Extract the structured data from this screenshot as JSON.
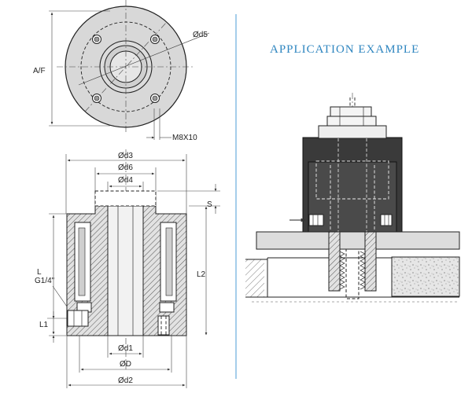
{
  "heading": "APPLICATION EXAMPLE",
  "top_view": {
    "label_af": "A/F",
    "label_d5": "Ød5",
    "label_thread": "M8X10"
  },
  "section_view": {
    "label_d3": "Ød3",
    "label_d6": "Ød6",
    "label_d4": "Ød4",
    "label_s": "S",
    "label_l": "L",
    "label_l2": "L2",
    "label_port": "G1/4\"",
    "label_l1": "L1",
    "label_d1": "Ød1",
    "label_d": "ØD",
    "label_d2": "Ød2"
  },
  "colors": {
    "heading": "#2f86c0",
    "divider": "#6aaedb",
    "body_fill": "#d7d7d7",
    "dark_fill": "#3a3a3a"
  }
}
